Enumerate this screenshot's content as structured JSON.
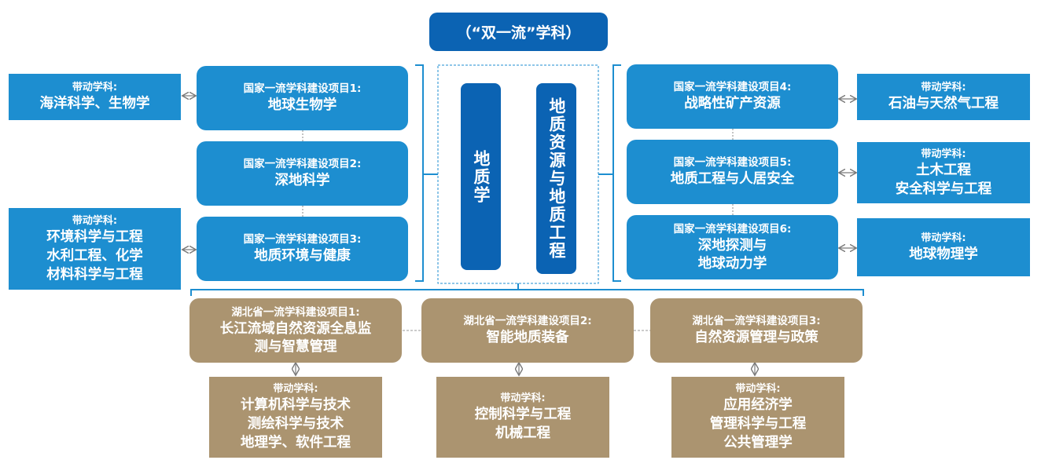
{
  "title": "（“双一流”学科）",
  "core": {
    "left": "地质学",
    "right": "地质资源与地质工程"
  },
  "national_projects": [
    {
      "label": "国家一流学科建设项目1:",
      "name": "地球生物学",
      "driven_label": "带动学科:",
      "driven": [
        "海洋科学、生物学"
      ]
    },
    {
      "label": "国家一流学科建设项目2:",
      "name": "深地科学"
    },
    {
      "label": "国家一流学科建设项目3:",
      "name": "地质环境与健康",
      "driven_label": "带动学科:",
      "driven": [
        "环境科学与工程",
        "水利工程、化学",
        "材料科学与工程"
      ]
    },
    {
      "label": "国家一流学科建设项目4:",
      "name": "战略性矿产资源",
      "driven_label": "带动学科:",
      "driven": [
        "石油与天然气工程"
      ]
    },
    {
      "label": "国家一流学科建设项目5:",
      "name": "地质工程与人居安全",
      "driven_label": "带动学科:",
      "driven": [
        "土木工程",
        "安全科学与工程"
      ]
    },
    {
      "label": "国家一流学科建设项目6:",
      "name": [
        "深地探测与",
        "地球动力学"
      ],
      "driven_label": "带动学科:",
      "driven": [
        "地球物理学"
      ]
    }
  ],
  "provincial_projects": [
    {
      "label": "湖北省一流学科建设项目1:",
      "name": [
        "长江流域自然资源全息监",
        "测与智慧管理"
      ],
      "driven_label": "带动学科:",
      "driven": [
        "计算机科学与技术",
        "测绘科学与技术",
        "地理学、软件工程"
      ]
    },
    {
      "label": "湖北省一流学科建设项目2:",
      "name": [
        "智能地质装备"
      ],
      "driven_label": "带动学科:",
      "driven": [
        "控制科学与工程",
        "机械工程"
      ]
    },
    {
      "label": "湖北省一流学科建设项目3:",
      "name": [
        "自然资源管理与政策"
      ],
      "driven_label": "带动学科:",
      "driven": [
        "应用经济学",
        "管理科学与工程",
        "公共管理学"
      ]
    }
  ],
  "colors": {
    "blue": "#1d8ed0",
    "dark_blue": "#0b63b3",
    "tan": "#ab9470"
  }
}
